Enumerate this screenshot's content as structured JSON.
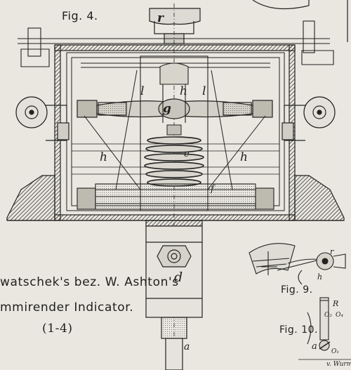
{
  "figures": {
    "fig4": "Fig. 4.",
    "fig9": "Fig. 9.",
    "fig10": "Fig. 10."
  },
  "caption": {
    "line1": "watschek's bez. W. Ashton's",
    "line2": "mmirender Indicator.",
    "line3": "(1-4)"
  },
  "part_labels": {
    "r": "r",
    "l_left": "l",
    "h_top": "h",
    "l_right": "l",
    "g": "g",
    "h_left": "h",
    "e": "e",
    "h_right": "h",
    "f": "f",
    "d": "d",
    "a": "a"
  },
  "fig9_labels": {
    "r": "r",
    "h": "h"
  },
  "fig10_labels": {
    "R": "R",
    "o2": "O₂",
    "o4": "O₄",
    "a": "a",
    "o1": "O₁"
  },
  "signature": "v. Wurm",
  "colors": {
    "paper": "#e9e7df",
    "ink": "#1e1e1e"
  }
}
